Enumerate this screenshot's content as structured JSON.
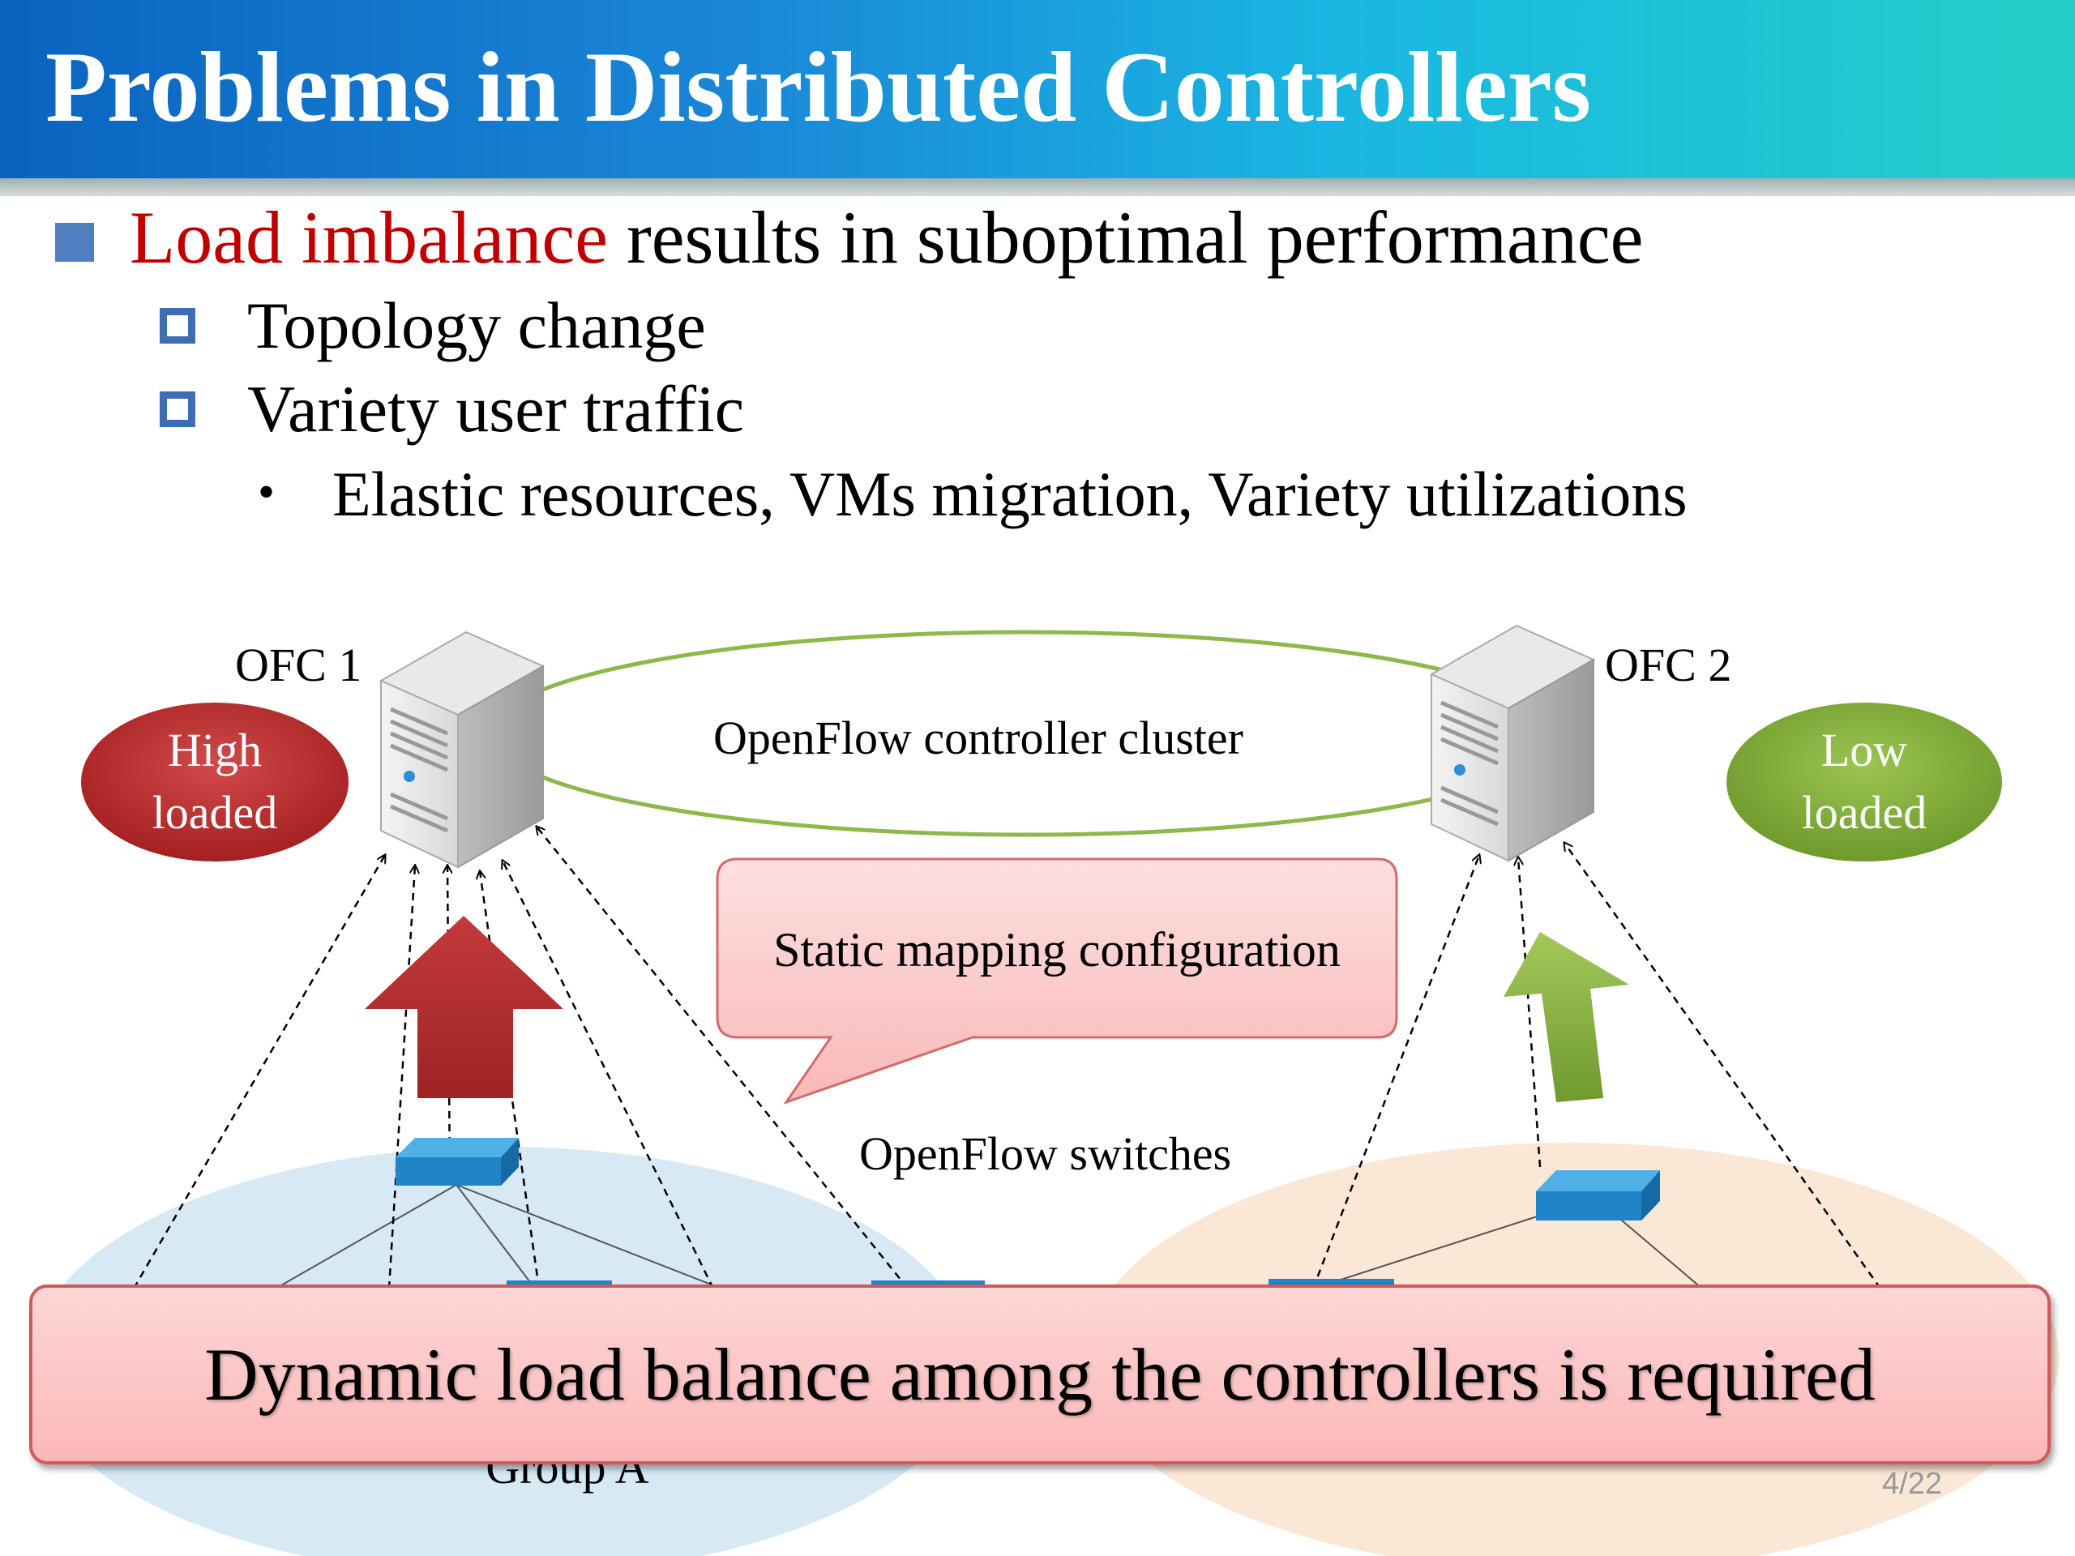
{
  "slide": {
    "title": "Problems in Distributed Controllers",
    "bullet": {
      "highlight": "Load imbalance",
      "rest": " results in suboptimal performance"
    },
    "sub_items": [
      "Topology change",
      "Variety user traffic"
    ],
    "sub_sub_items": [
      "Elastic resources, VMs migration, Variety utilizations"
    ],
    "page_number": "4/22"
  },
  "diagram": {
    "controllers": [
      {
        "label": "OFC 1",
        "load": "High\nloaded",
        "load_line1": "High",
        "load_line2": "loaded",
        "color": "#b52a2a"
      },
      {
        "label": "OFC 2",
        "load": "Low\nloaded",
        "load_line1": "Low",
        "load_line2": "loaded",
        "color": "#7aa535"
      }
    ],
    "cluster_label": "OpenFlow controller cluster",
    "callout": "Static mapping configuration",
    "switches_label": "OpenFlow switches",
    "groups": [
      "Group A"
    ],
    "banner": "Dynamic load balance among the controllers is required"
  }
}
